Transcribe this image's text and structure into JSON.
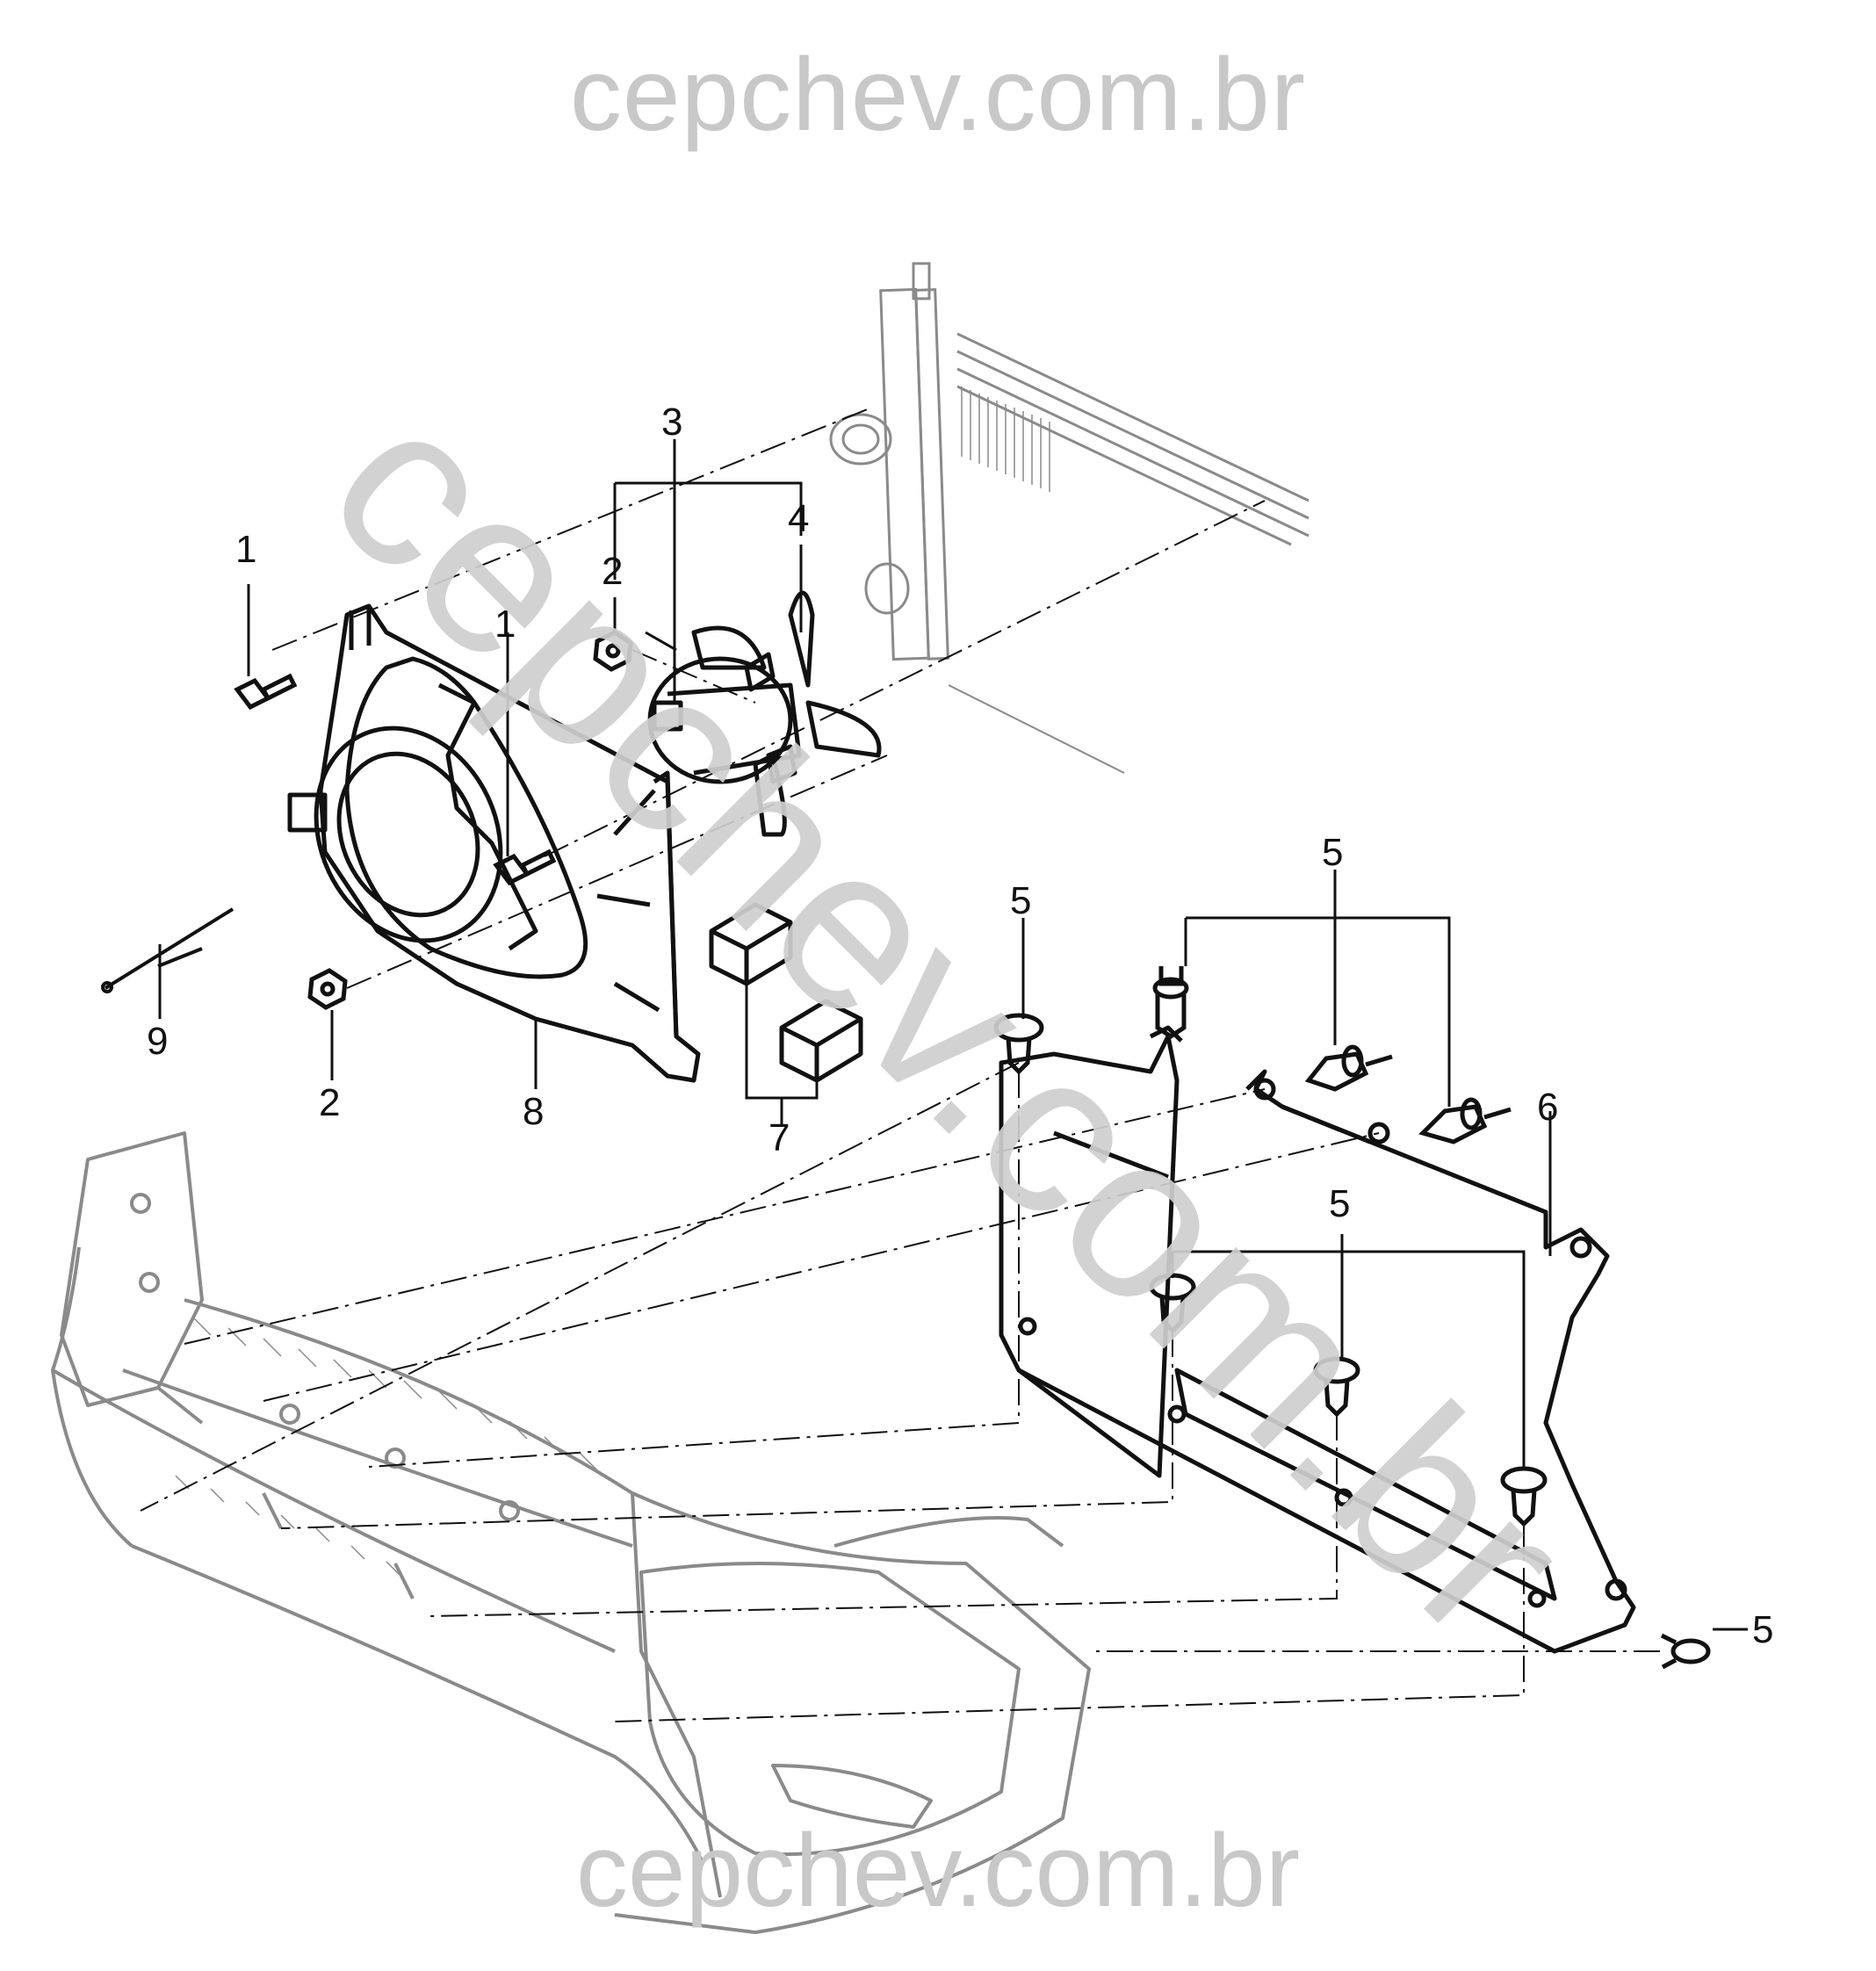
{
  "watermark": {
    "top": "cepchev.com.br",
    "diagonal": "cepchev.com.br",
    "bottom": "cepchev.com.br"
  },
  "callouts": {
    "c1a": "1",
    "c1b": "1",
    "c2a": "2",
    "c2b": "2",
    "c3": "3",
    "c4": "4",
    "c5a": "5",
    "c5b": "5",
    "c5c": "5",
    "c5d": "5",
    "c6": "6",
    "c7": "7",
    "c8": "8",
    "c9": "9"
  },
  "colors": {
    "line": "#111111",
    "faint_part": "#8a8a8a",
    "watermark": "#c8c8c8"
  }
}
